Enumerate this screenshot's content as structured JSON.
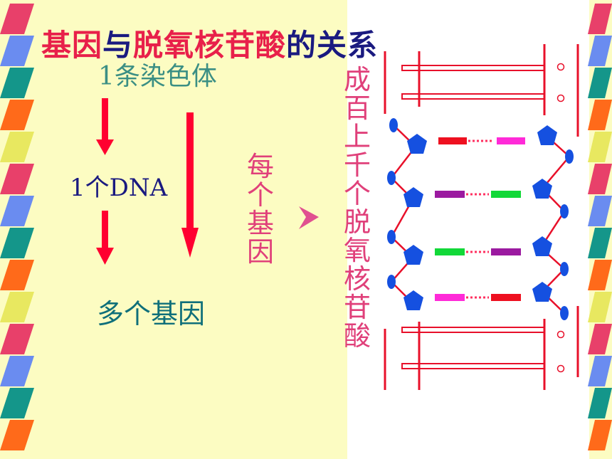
{
  "title": {
    "part1": "基因",
    "part2": "与",
    "part3": "脱氧核苷酸",
    "part4": "的关系"
  },
  "chromosome_label": "1条染色体",
  "dna_label": "1个DNA",
  "genes_label": "多个基因",
  "every_gene": [
    "每",
    "个",
    "基",
    "因"
  ],
  "nucleotides": [
    "成",
    "百",
    "上",
    "千",
    "个",
    "脱",
    "氧",
    "核",
    "苷",
    "酸"
  ],
  "arrow_glyph": "➤",
  "colors": {
    "title_red": "#e8204a",
    "title_navy": "#1a1a80",
    "arrow_red": "#ff0030",
    "strand_red": "#e8102a",
    "sugar_blue": "#1550e0",
    "pink_text": "#e0407a"
  }
}
